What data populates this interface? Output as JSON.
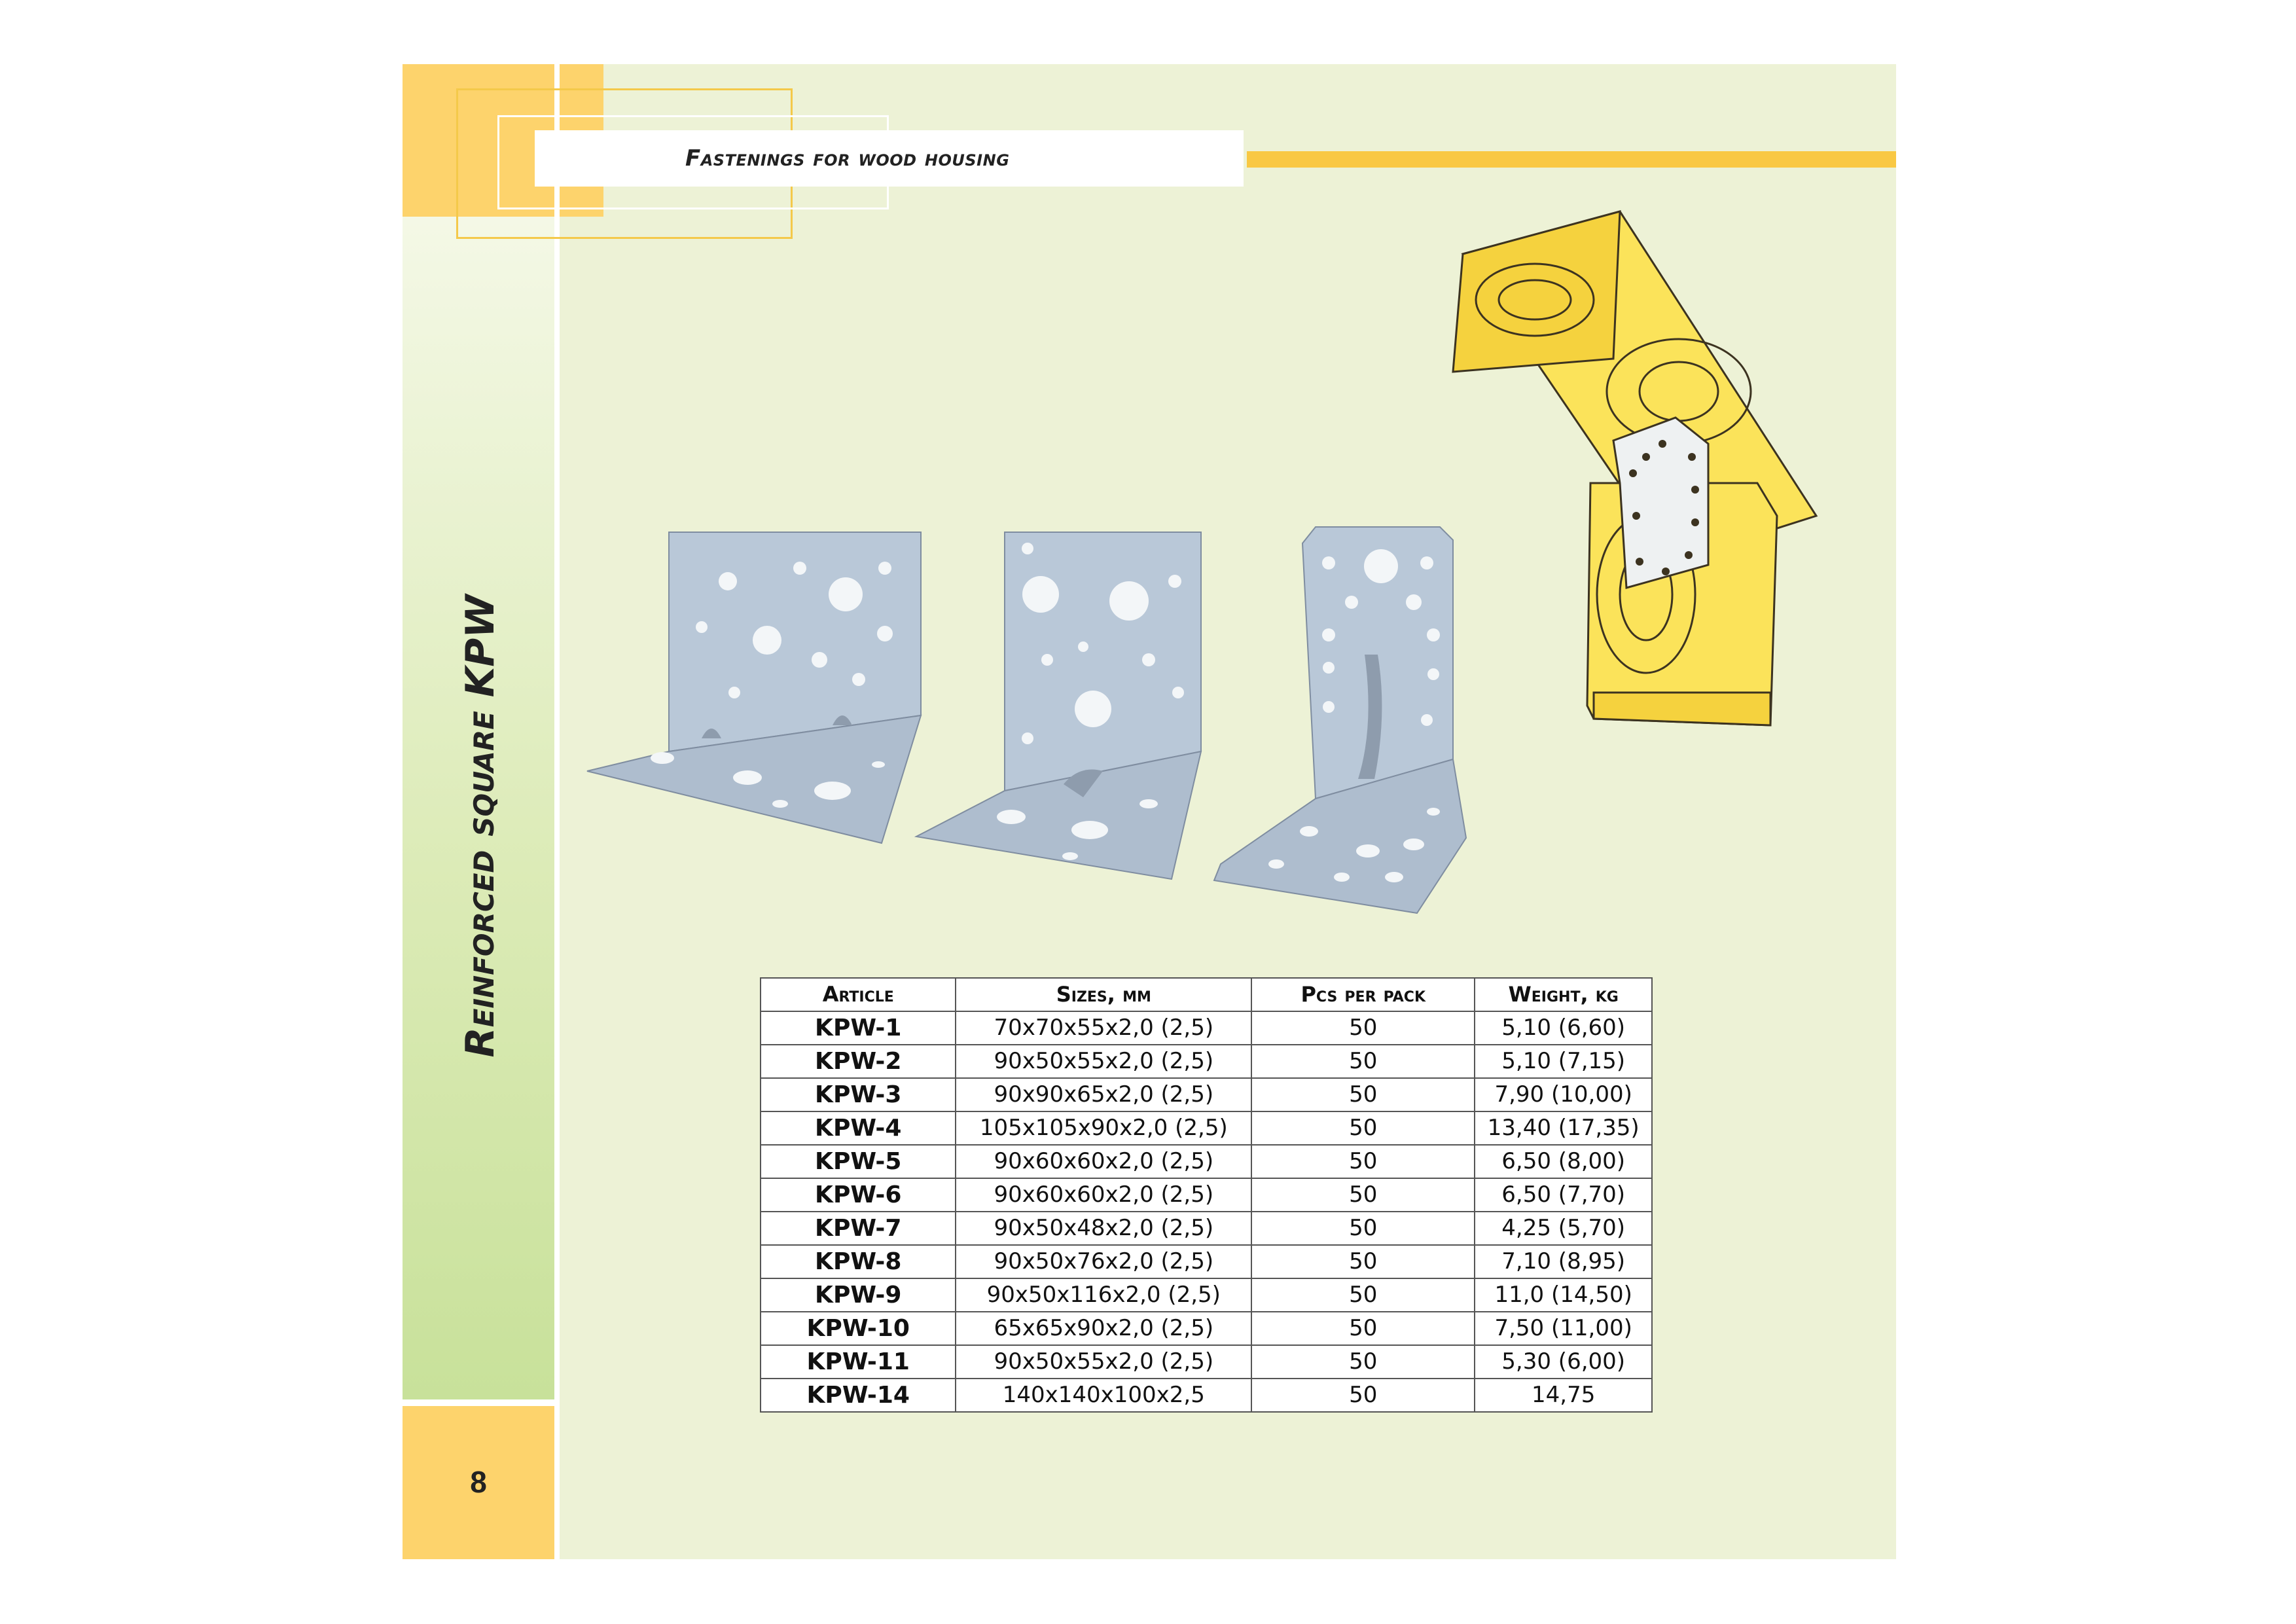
{
  "header": {
    "title": "Fastenings for wood housing"
  },
  "sidebar": {
    "title": "Reinforced square KPW",
    "page_number": "8"
  },
  "colors": {
    "page_bg": "#edf2d6",
    "accent_orange": "#fdd36c",
    "accent_line": "#f9c843",
    "sidebar_green": "#c8e19a"
  },
  "table": {
    "headers": [
      "Article",
      "Sizes, mm",
      "Pcs per pack",
      "Weight, kg"
    ],
    "rows": [
      [
        "KPW-1",
        "70x70x55x2,0 (2,5)",
        "50",
        "5,10 (6,60)"
      ],
      [
        "KPW-2",
        "90x50x55x2,0 (2,5)",
        "50",
        "5,10 (7,15)"
      ],
      [
        "KPW-3",
        "90x90x65x2,0 (2,5)",
        "50",
        "7,90 (10,00)"
      ],
      [
        "KPW-4",
        "105x105x90x2,0 (2,5)",
        "50",
        "13,40 (17,35)"
      ],
      [
        "KPW-5",
        "90x60x60x2,0 (2,5)",
        "50",
        "6,50 (8,00)"
      ],
      [
        "KPW-6",
        "90x60x60x2,0 (2,5)",
        "50",
        "6,50 (7,70)"
      ],
      [
        "KPW-7",
        "90x50x48x2,0 (2,5)",
        "50",
        "4,25 (5,70)"
      ],
      [
        "KPW-8",
        "90x50x76x2,0 (2,5)",
        "50",
        "7,10 (8,95)"
      ],
      [
        "KPW-9",
        "90x50x116x2,0 (2,5)",
        "50",
        "11,0 (14,50)"
      ],
      [
        "KPW-10",
        "65x65x90x2,0 (2,5)",
        "50",
        "7,50 (11,00)"
      ],
      [
        "KPW-11",
        "90x50x55x2,0 (2,5)",
        "50",
        "5,30 (6,00)"
      ],
      [
        "KPW-14",
        "140x140x100x2,5",
        "50",
        "14,75"
      ]
    ]
  }
}
